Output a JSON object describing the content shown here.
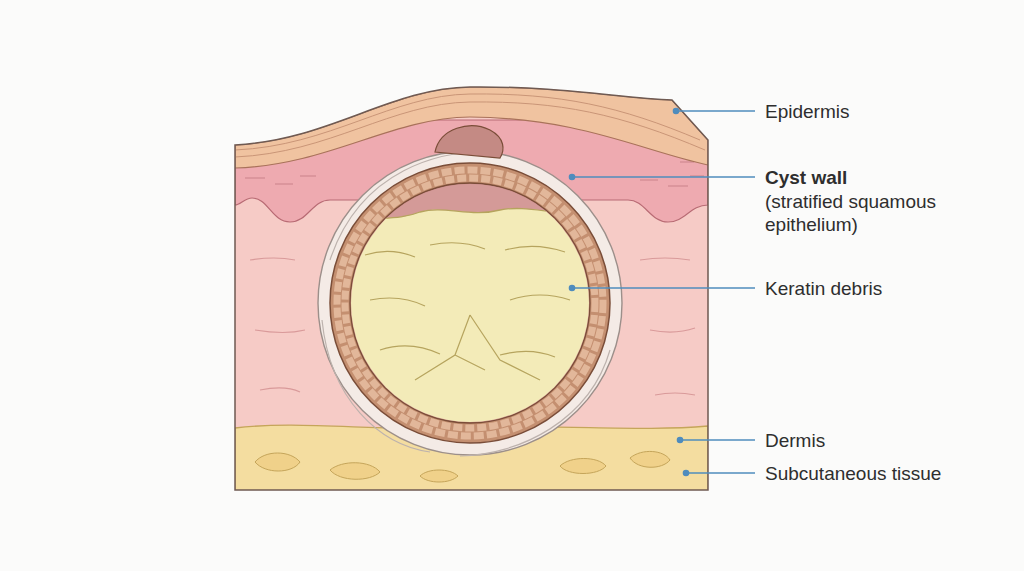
{
  "diagram": {
    "labels": [
      "Epidermis",
      "Cyst wall",
      "(stratified squamous epithelium)",
      "Keratin debris",
      "Dermis",
      "Subcutaneous tissue"
    ]
  }
}
